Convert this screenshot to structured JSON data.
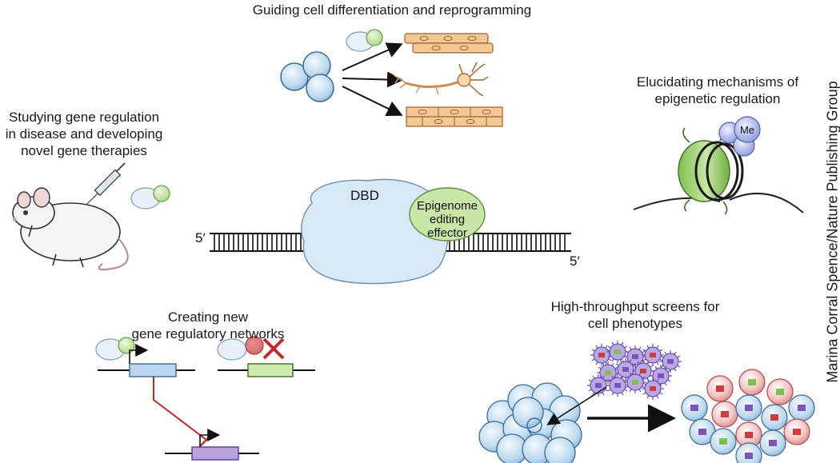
{
  "panels": {
    "differentiation": {
      "title": "Guiding cell differentiation and reprogramming"
    },
    "mechanisms": {
      "title_lines": [
        "Elucidating mechanisms of",
        "epigenetic regulation"
      ],
      "mark": "Me"
    },
    "disease": {
      "title_lines": [
        "Studying gene regulation",
        "in disease and developing",
        "novel gene therapies"
      ]
    },
    "networks": {
      "title_lines": [
        "Creating new",
        "gene regulatory networks"
      ]
    },
    "screens": {
      "title_lines": [
        "High-throughput screens for",
        "cell phenotypes"
      ]
    }
  },
  "center": {
    "dbd_label": "DBD",
    "effector_lines": [
      "Epigenome",
      "editing",
      "effector"
    ],
    "dna_end_left": "5′",
    "dna_end_right": "5′"
  },
  "credit": "Marina Corral Spence/Nature Publishing Group",
  "colors": {
    "cell_blue": "#bcd9ef",
    "effector_green": "#c8e6a8",
    "dbd_fill": "#d8e8f7",
    "muscle_fill": "#f2c896",
    "repress_red": "#c8282c",
    "methyl_purple": "#9aa6e0"
  }
}
